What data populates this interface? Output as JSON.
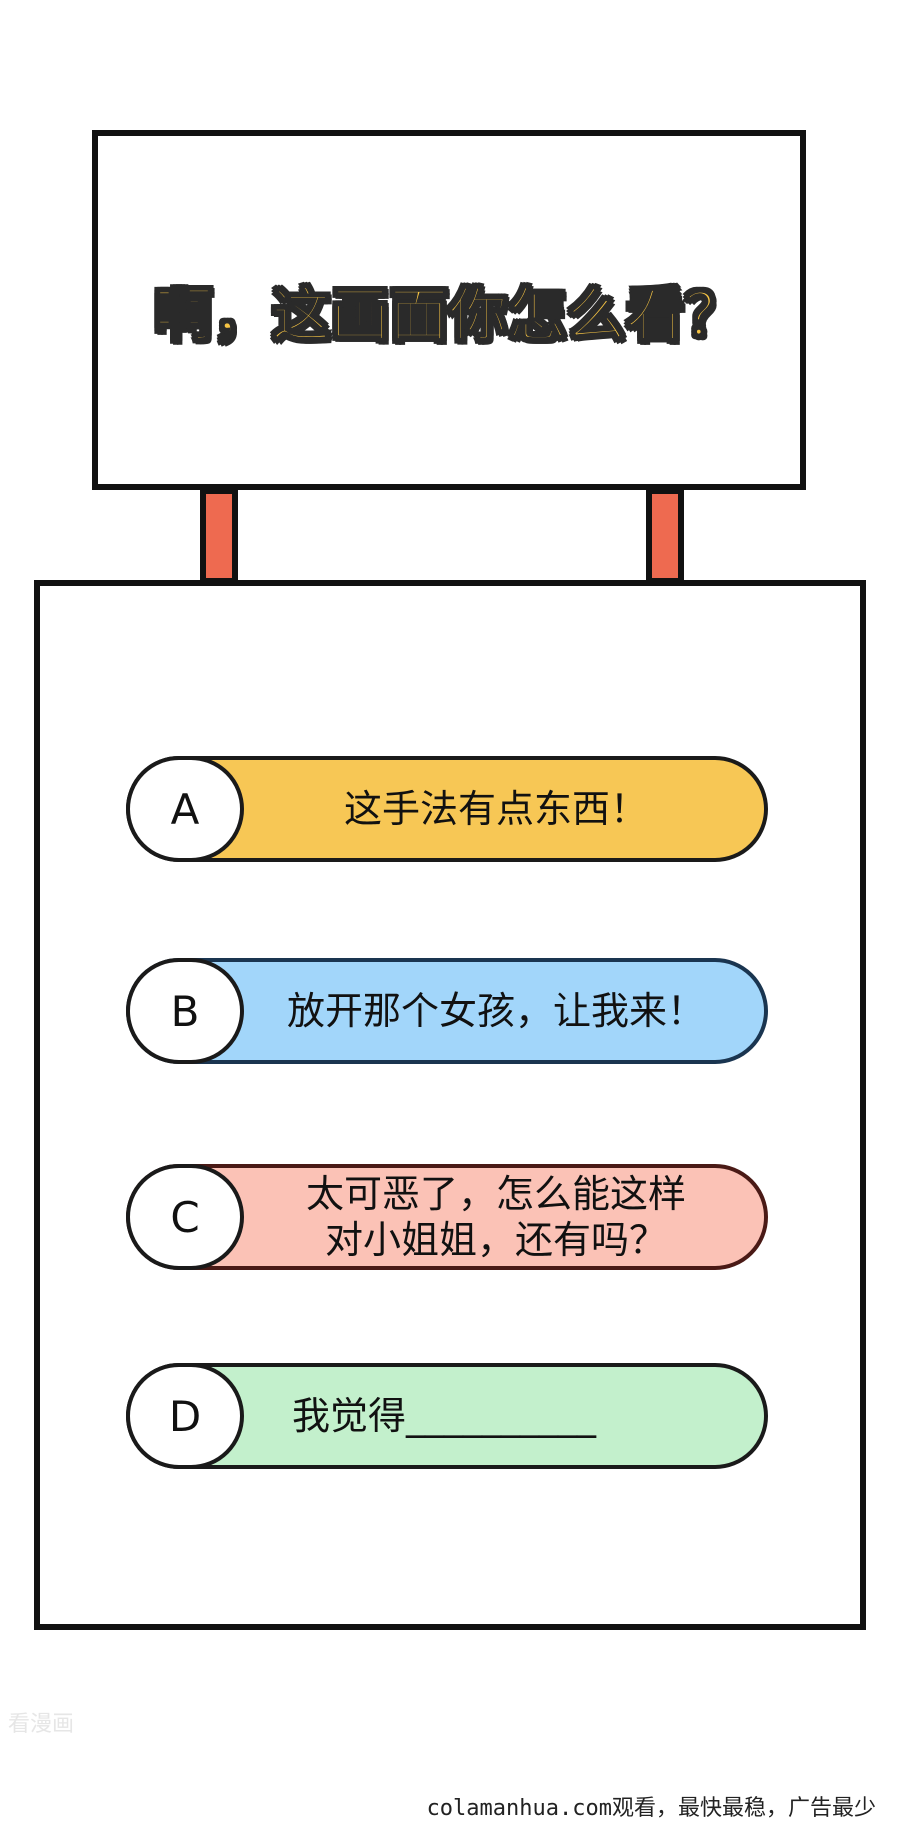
{
  "sign": {
    "title": "啊，这画面你怎么看？"
  },
  "options": [
    {
      "letter": "A",
      "text": "这手法有点东西！"
    },
    {
      "letter": "B",
      "text": "放开那个女孩，让我来！"
    },
    {
      "letter": "C",
      "text": "太可恶了，怎么能这样\n对小姐姐，还有吗？"
    },
    {
      "letter": "D",
      "text": "我觉得__________"
    }
  ],
  "watermark": "看漫画",
  "footer": "colamanhua.com观看，最快最稳，广告最少",
  "colors": {
    "sign_title_fill": "#f6c444",
    "post": "#ee6a50",
    "option_a": "#f7c755",
    "option_b": "#a2d6fa",
    "option_c": "#fbc2b6",
    "option_d": "#c3f0cc"
  }
}
